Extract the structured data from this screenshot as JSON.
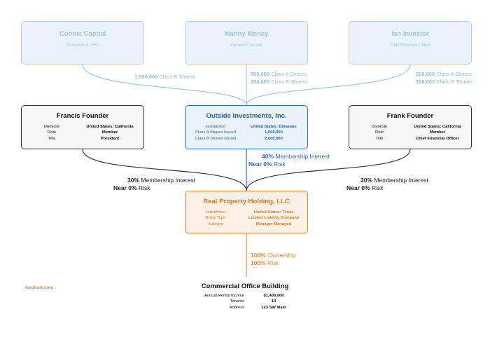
{
  "top_entities": [
    {
      "name": "Connie Capital",
      "role": "President & CEO"
    },
    {
      "name": "Manny Money",
      "role": "General Counsel"
    },
    {
      "name": "Ian Investor",
      "role": "Chief Financial Officer"
    }
  ],
  "top_labels": {
    "connie": {
      "amount": "1,500,000",
      "class": "Class B Shares"
    },
    "manny": [
      {
        "amount": "500,000",
        "class": "Class A Shares"
      },
      {
        "amount": "200,000",
        "class": "Class B Shares"
      }
    ],
    "ian": [
      {
        "amount": "500,000",
        "class": "Class A Shares"
      },
      {
        "amount": "300,000",
        "class": "Class B Shares"
      }
    ]
  },
  "francis": {
    "title": "Francis Founder",
    "rows": [
      {
        "k": "Domicile",
        "v": "United States: California"
      },
      {
        "k": "Role",
        "v": "Member"
      },
      {
        "k": "Title",
        "v": "President"
      }
    ]
  },
  "outside": {
    "title": "Outside Investments, Inc.",
    "rows": [
      {
        "k": "Jurisdiction",
        "v": "United States: Delaware"
      },
      {
        "k": "Class A Shares Issued",
        "v": "1,000,000"
      },
      {
        "k": "Class B Shares Issued",
        "v": "2,000,000"
      }
    ]
  },
  "frank": {
    "title": "Frank Founder",
    "rows": [
      {
        "k": "Domicile",
        "v": "United States: California"
      },
      {
        "k": "Role",
        "v": "Member"
      },
      {
        "k": "Title",
        "v": "Chief Financial Officer"
      }
    ]
  },
  "mid_labels": {
    "outside": {
      "pct": "40%",
      "text": "Membership Interest",
      "risk_pct": "Near 0%",
      "risk": "Risk"
    },
    "francis": {
      "pct": "30%",
      "text": "Membership Interest",
      "risk_pct": "Near 0%",
      "risk": "Risk"
    },
    "frank": {
      "pct": "30%",
      "text": "Membership Interest",
      "risk_pct": "Near 0%",
      "risk": "Risk"
    }
  },
  "property": {
    "title": "Real Property Holding, LLC",
    "rows": [
      {
        "k": "Jurisdiction",
        "v": "United States: Texas"
      },
      {
        "k": "Entity Type",
        "v": "Limited Liability Company"
      },
      {
        "k": "Subtype",
        "v": "Manager Managed"
      }
    ]
  },
  "bottom_label": {
    "own_pct": "100%",
    "own": "Ownership",
    "risk_pct": "100%",
    "risk": "Risk"
  },
  "brand": "lexchart.com",
  "building": {
    "title": "Commercial Office Building",
    "rows": [
      {
        "k": "Annual Rental Income",
        "v": "$1,400,000"
      },
      {
        "k": "Tenants",
        "v": "14"
      },
      {
        "k": "Address",
        "v": "123 SW Main"
      }
    ]
  },
  "colors": {
    "light_blue": "#9ec7ea",
    "blue": "#2f6fd0",
    "orange": "#ef8a2e",
    "dark": "#333333"
  }
}
